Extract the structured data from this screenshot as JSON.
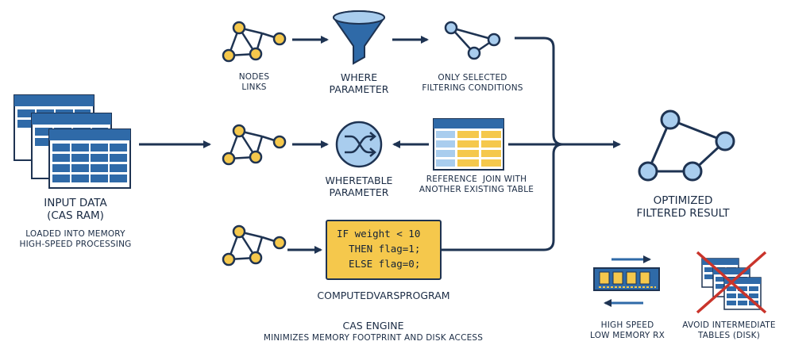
{
  "input": {
    "title_line1": "INPUT DATA",
    "title_line2": "(CAS RAM)",
    "desc_line1": "LOADED INTO MEMORY",
    "desc_line2": "HIGH-SPEED PROCESSING"
  },
  "row1": {
    "graph_label_line1": "NODES",
    "graph_label_line2": "LINKS",
    "filter_label_line1": "WHERE",
    "filter_label_line2": "PARAMETER",
    "result_label_line1": "ONLY SELECTED",
    "result_label_line2": "FILTERING CONDITIONS"
  },
  "row2": {
    "shuffle_label_line1": "WHERETABLE",
    "shuffle_label_line2": "PARAMETER",
    "table_label_line1": "REFERENCE  JOIN WITH",
    "table_label_line2": "ANOTHER EXISTING TABLE"
  },
  "row3": {
    "code_line1": "IF weight < 10",
    "code_line2": "  THEN flag=1;",
    "code_line3": "  ELSE flag=0;",
    "code_label": "COMPUTEDVARSPROGRAM"
  },
  "output": {
    "title_line1": "OPTIMIZED",
    "title_line2": "FILTERED RESULT"
  },
  "engine": {
    "title": "CAS ENGINE",
    "desc": "MINIMIZES MEMORY FOOTPRINT AND DISK ACCESS"
  },
  "memory": {
    "label_line1": "HIGH SPEED",
    "label_line2": "LOW MEMORY RX"
  },
  "avoid": {
    "label_line1": "AVOID INTERMEDIATE",
    "label_line2": "TABLES (DISK)"
  },
  "colors": {
    "navy": "#1e3352",
    "blue": "#2f6aa8",
    "light_blue": "#a9cdee",
    "yellow": "#f5c84c",
    "red": "#c9342b"
  }
}
